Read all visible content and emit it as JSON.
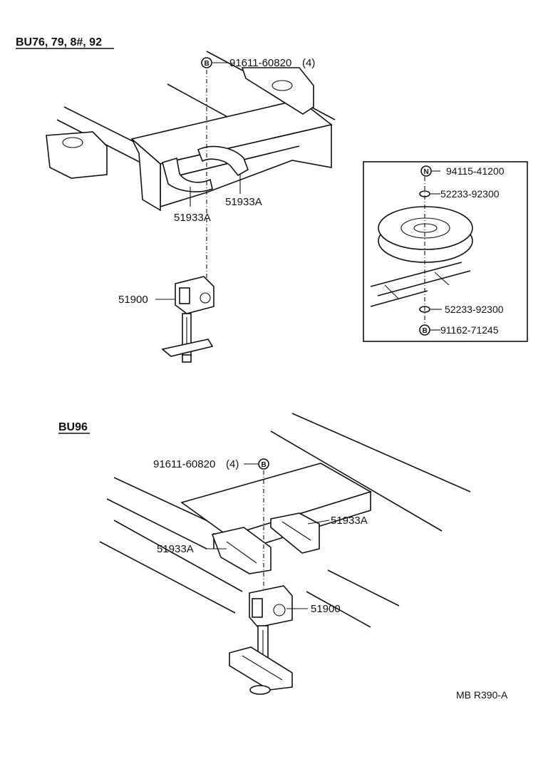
{
  "sections": {
    "top_header": "BU76, 79, 8#, 92",
    "bottom_header": "BU96"
  },
  "top": {
    "bolt_symbol": "B",
    "bolt_part": "91611-60820",
    "bolt_qty": "(4)",
    "bracket_right": "51933A",
    "bracket_left": "51933A",
    "carrier": "51900"
  },
  "inset": {
    "nut_symbol": "N",
    "nut_part": "94115-41200",
    "washer_upper": "52233-92300",
    "washer_lower": "52233-92300",
    "bolt_symbol": "B",
    "bolt_part": "91162-71245"
  },
  "bottom": {
    "bolt_part": "91611-60820",
    "bolt_qty": "(4)",
    "bolt_symbol": "B",
    "bracket_right": "51933A",
    "bracket_left": "51933A",
    "carrier": "51900"
  },
  "footer": {
    "diagram_code": "MB R390-A"
  }
}
